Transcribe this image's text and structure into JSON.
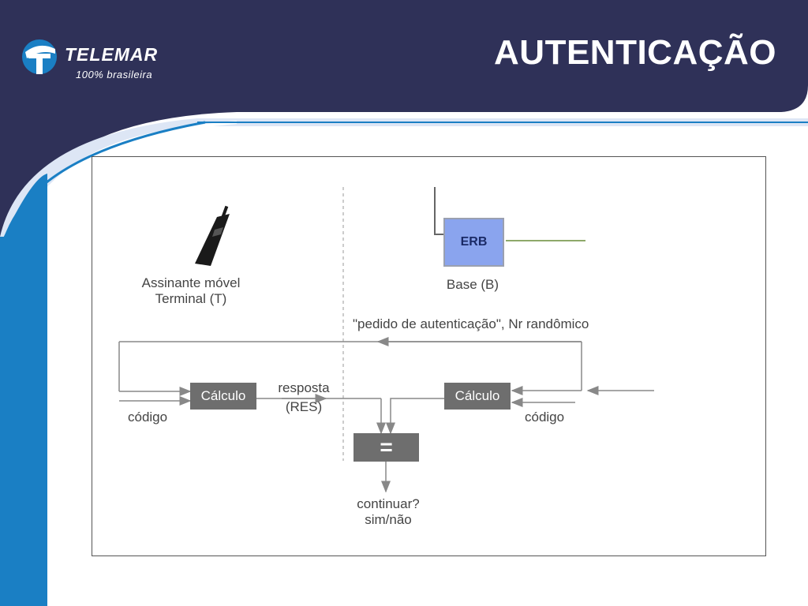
{
  "header": {
    "brand": "TELEMAR",
    "tagline": "100% brasileira",
    "title": "AUTENTICAÇÃO"
  },
  "diagram": {
    "terminal_label_line1": "Assinante móvel",
    "terminal_label_line2": "Terminal (T)",
    "erb_label": "ERB",
    "base_label": "Base (B)",
    "request_label": "\"pedido de autenticação\",  Nr randômico",
    "calc_left": "Cálculo",
    "calc_right": "Cálculo",
    "response_line1": "resposta",
    "response_line2": "(RES)",
    "code_left": "código",
    "code_right": "código",
    "compare": "=",
    "result_line1": "continuar?",
    "result_line2": "sim/não"
  },
  "colors": {
    "header_navy": "#2f3158",
    "stripe_blue": "#1a7fc4",
    "box_gray": "#6e6e6e",
    "erb_blue": "#8aa4ee"
  }
}
